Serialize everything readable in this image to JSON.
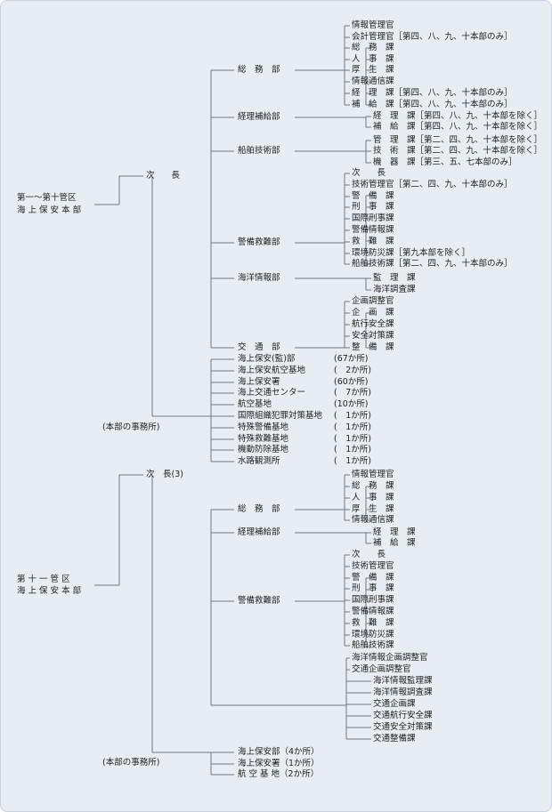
{
  "root1": {
    "line1": "第一～第十管区",
    "line2": "海 上 保 安 本 部"
  },
  "root2": {
    "line1": "第 十 一 管 区",
    "line2": "海 上 保 安 本 部"
  },
  "s1": {
    "vice": "次　　長",
    "offices_label": "(本部の事務所)",
    "dept_general": "総　務　部",
    "dept_finance": "経理補給部",
    "dept_ship": "船舶技術部",
    "dept_guard": "警備救難部",
    "dept_ocean": "海洋情報部",
    "dept_traffic": "交　通　部",
    "general_units": [
      "情報管理官",
      "会計管理官［第四、八、九、十本部のみ］",
      "総　務　課",
      "人　事　課",
      "厚　生　課",
      "情報通信課",
      "経　理　課［第四、八、九、十本部のみ］",
      "補　給　課［第四、八、九、十本部のみ］"
    ],
    "finance_units": [
      "経　理　課［第四、八、九、十本部を除く］",
      "補　給　課［第四、八、九、十本部を除く］"
    ],
    "ship_units": [
      "管　理　課［第二、四、九、十本部を除く］",
      "技　術　課［第二、四、九、十本部を除く］",
      "機　器　課［第三、五、七本部のみ］"
    ],
    "guard_units": [
      "次　　長",
      "技術管理官［第二、四、九、十本部のみ］",
      "警　備　課",
      "刑　事　課",
      "国際刑事課",
      "警備情報課",
      "救　難　課",
      "環境防災課［第九本部を除く］",
      "船舶技術課［第二、四、九、十本部のみ］"
    ],
    "ocean_units": [
      "監　理　課",
      "海洋調査課"
    ],
    "traffic_units": [
      "企画調整官",
      "企　画　課",
      "航行安全課",
      "安全対策課",
      "整　備　課"
    ],
    "offices": [
      {
        "name": "海上保安(監)部",
        "count": "(67か所)"
      },
      {
        "name": "海上保安航空基地",
        "count": "(　2か所)"
      },
      {
        "name": "海上保安署",
        "count": "(60か所)"
      },
      {
        "name": "海上交通センター",
        "count": "(　7か所)"
      },
      {
        "name": "航空基地",
        "count": "(10か所)"
      },
      {
        "name": "国際組織犯罪対策基地",
        "count": "(　1か所)"
      },
      {
        "name": "特殊警備基地",
        "count": "(　1か所)"
      },
      {
        "name": "特殊救難基地",
        "count": "(　1か所)"
      },
      {
        "name": "機動防除基地",
        "count": "(　1か所)"
      },
      {
        "name": "水路観測所",
        "count": "(　1か所)"
      }
    ]
  },
  "s2": {
    "vice": "次　長(3)",
    "offices_label": "(本部の事務所)",
    "dept_general": "総　務　部",
    "dept_finance": "経理補給部",
    "dept_guard": "警備救難部",
    "general_units": [
      "情報管理官",
      "総　務　課",
      "人　事　課",
      "厚　生　課",
      "情報通信課"
    ],
    "finance_units": [
      "経　理　課",
      "補　給　課"
    ],
    "guard_units": [
      "次　　長",
      "技術管理官",
      "警　備　課",
      "刑　事　課",
      "国際刑事課",
      "警備情報課",
      "救　難　課",
      "環境防災課",
      "船舶技術課"
    ],
    "misc_units": [
      "海洋情報企画調整官",
      "交通企画調整官",
      "海洋情報監理課",
      "海洋情報調査課",
      "交通企画課",
      "交通航行安全課",
      "交通安全対策課",
      "交通整備課"
    ],
    "offices": [
      "海上保安部（4か所）",
      "海上保安署（1か所）",
      "航 空 基 地（2か所）"
    ]
  }
}
